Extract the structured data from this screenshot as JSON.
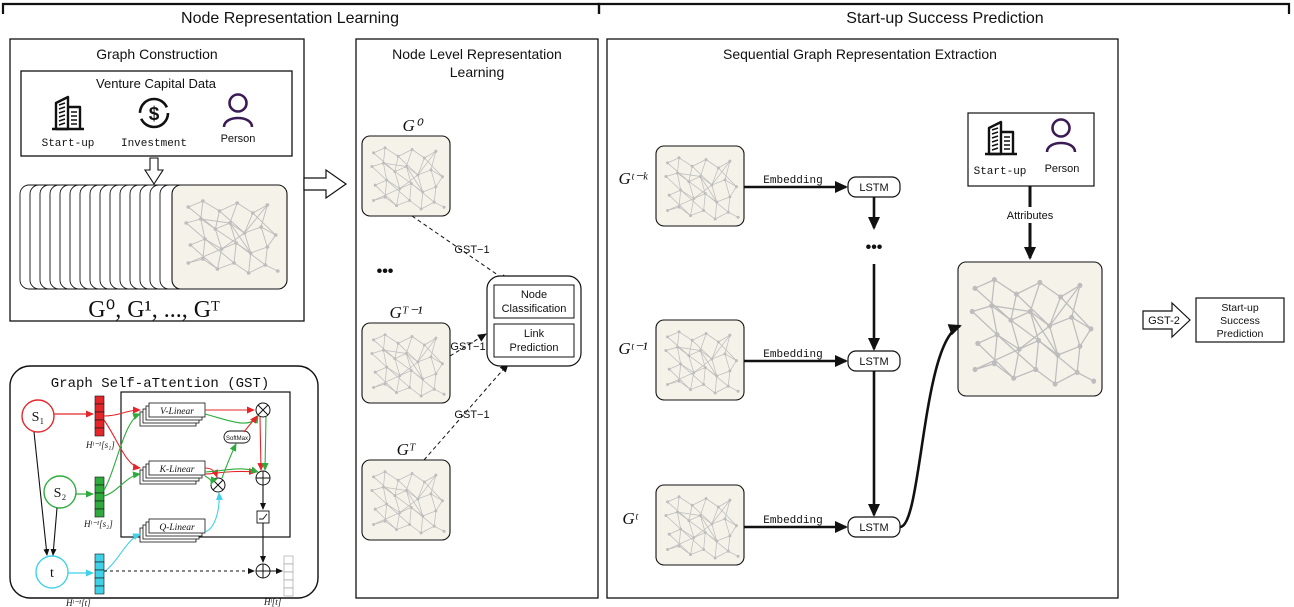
{
  "sections": {
    "left_title": "Node Representation  Learning",
    "right_title": "Start-up Success Prediction"
  },
  "graph_construction": {
    "title": "Graph Construction",
    "vc_title": "Venture Capital Data",
    "entities": [
      "Start-up",
      "Investment",
      "Person"
    ],
    "sequence_label": "G⁰, G¹, ..., Gᵀ"
  },
  "node_level": {
    "title_line1": "Node Level Representation",
    "title_line2": "Learning",
    "graphs": [
      "G⁰",
      "Gᵀ⁻¹",
      "Gᵀ"
    ],
    "ellipsis": "•••",
    "edge_label": "GST−1",
    "tasks": [
      "Node Classification",
      "Link Prediction"
    ]
  },
  "gst": {
    "title": "Graph Self-aTtention (GST)",
    "nodes": [
      "S₁",
      "S₂",
      "t"
    ],
    "linears": [
      "V-Linear",
      "K-Linear",
      "Q-Linear"
    ],
    "softmax": "SoftMax",
    "labels": [
      "Hˡ⁻¹[s₁]",
      "Hˡ⁻¹[s₂]",
      "Hˡ⁻¹[t]",
      "Hˡ[t]"
    ]
  },
  "sequential": {
    "title": "Sequential Graph Representation Extraction",
    "graphs": [
      "Gᵗ⁻ᵏ",
      "Gᵗ⁻¹",
      "Gᵗ"
    ],
    "embedding_label": "Embedding",
    "lstm_label": "LSTM",
    "ellipsis": "•••",
    "attr_entities": [
      "Start-up",
      "Person"
    ],
    "attributes_label": "Attributes"
  },
  "output": {
    "gst2_label": "GST-2",
    "result_lines": [
      "Start-up",
      "Success",
      "Prediction"
    ]
  },
  "colors": {
    "red": "#e4262b",
    "green": "#2eab3c",
    "cyan": "#3fd1e8",
    "purple": "#3a1b55",
    "graph_bg": "#f5f2ea"
  }
}
